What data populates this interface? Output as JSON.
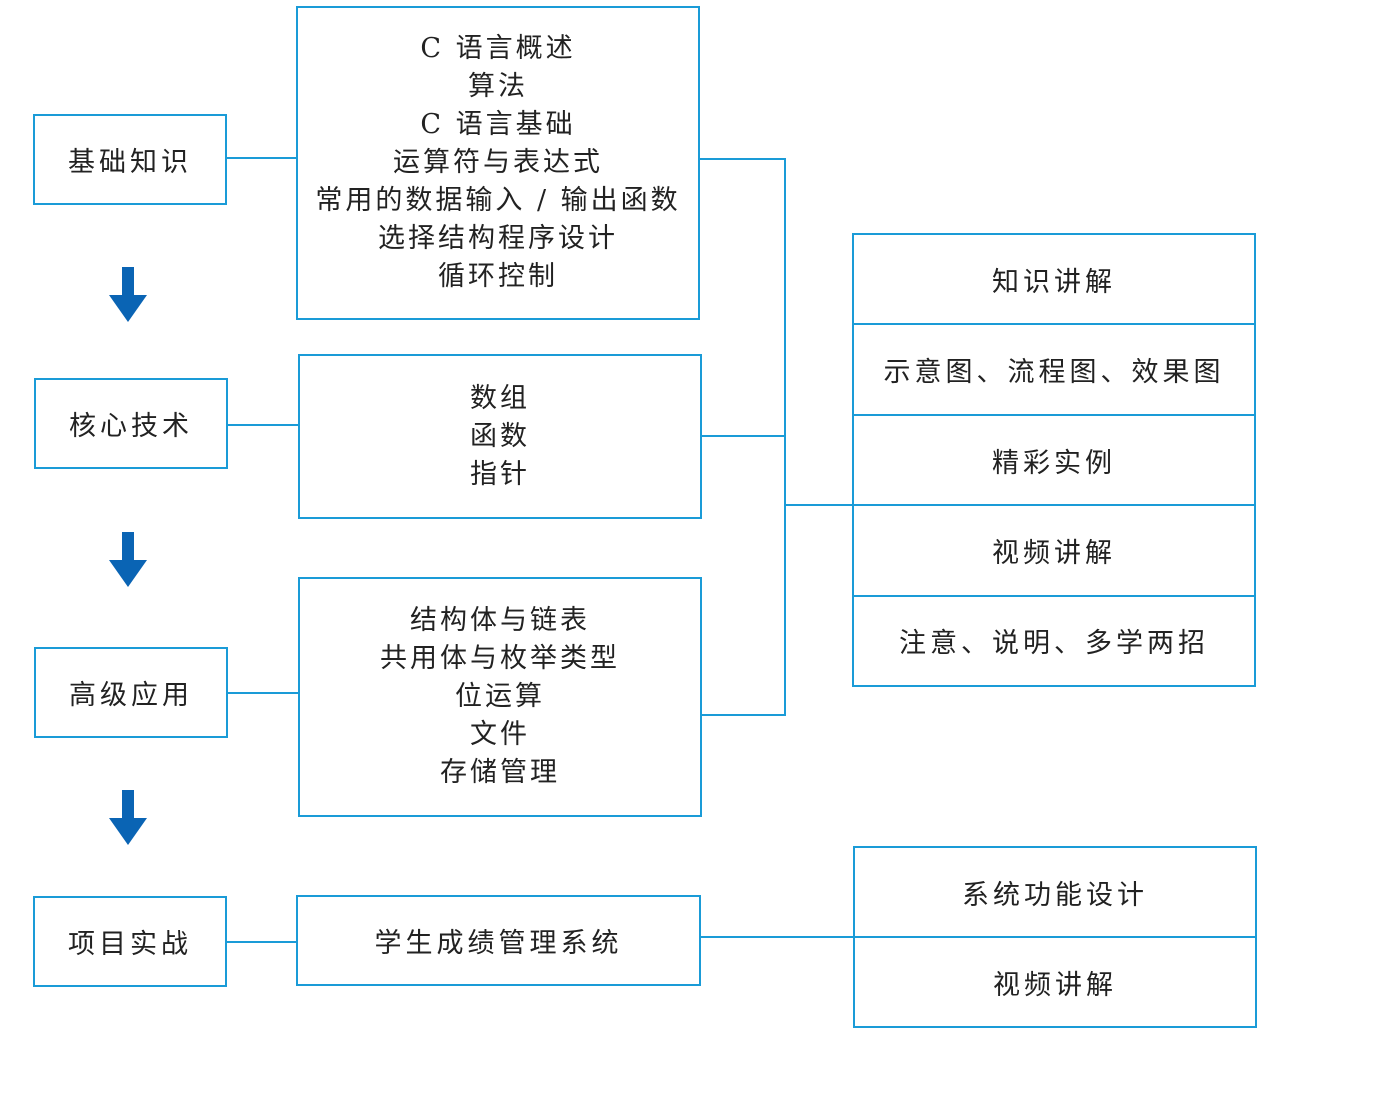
{
  "stages": [
    {
      "label": "基础知识"
    },
    {
      "label": "核心技术"
    },
    {
      "label": "高级应用"
    },
    {
      "label": "项目实战"
    }
  ],
  "topics": {
    "basics": [
      "C 语言概述",
      "算法",
      "C 语言基础",
      "运算符与表达式",
      "常用的数据输入 / 输出函数",
      "选择结构程序设计",
      "循环控制"
    ],
    "core": [
      "数组",
      "函数",
      "指针"
    ],
    "advanced": [
      "结构体与链表",
      "共用体与枚举类型",
      "位运算",
      "文件",
      "存储管理"
    ],
    "project": [
      "学生成绩管理系统"
    ]
  },
  "features": [
    "知识讲解",
    "示意图、流程图、效果图",
    "精彩实例",
    "视频讲解",
    "注意、说明、多学两招"
  ],
  "project_features": [
    "系统功能设计",
    "视频讲解"
  ],
  "colors": {
    "border": "#1a9bd7",
    "arrow": "#0a64b4"
  }
}
